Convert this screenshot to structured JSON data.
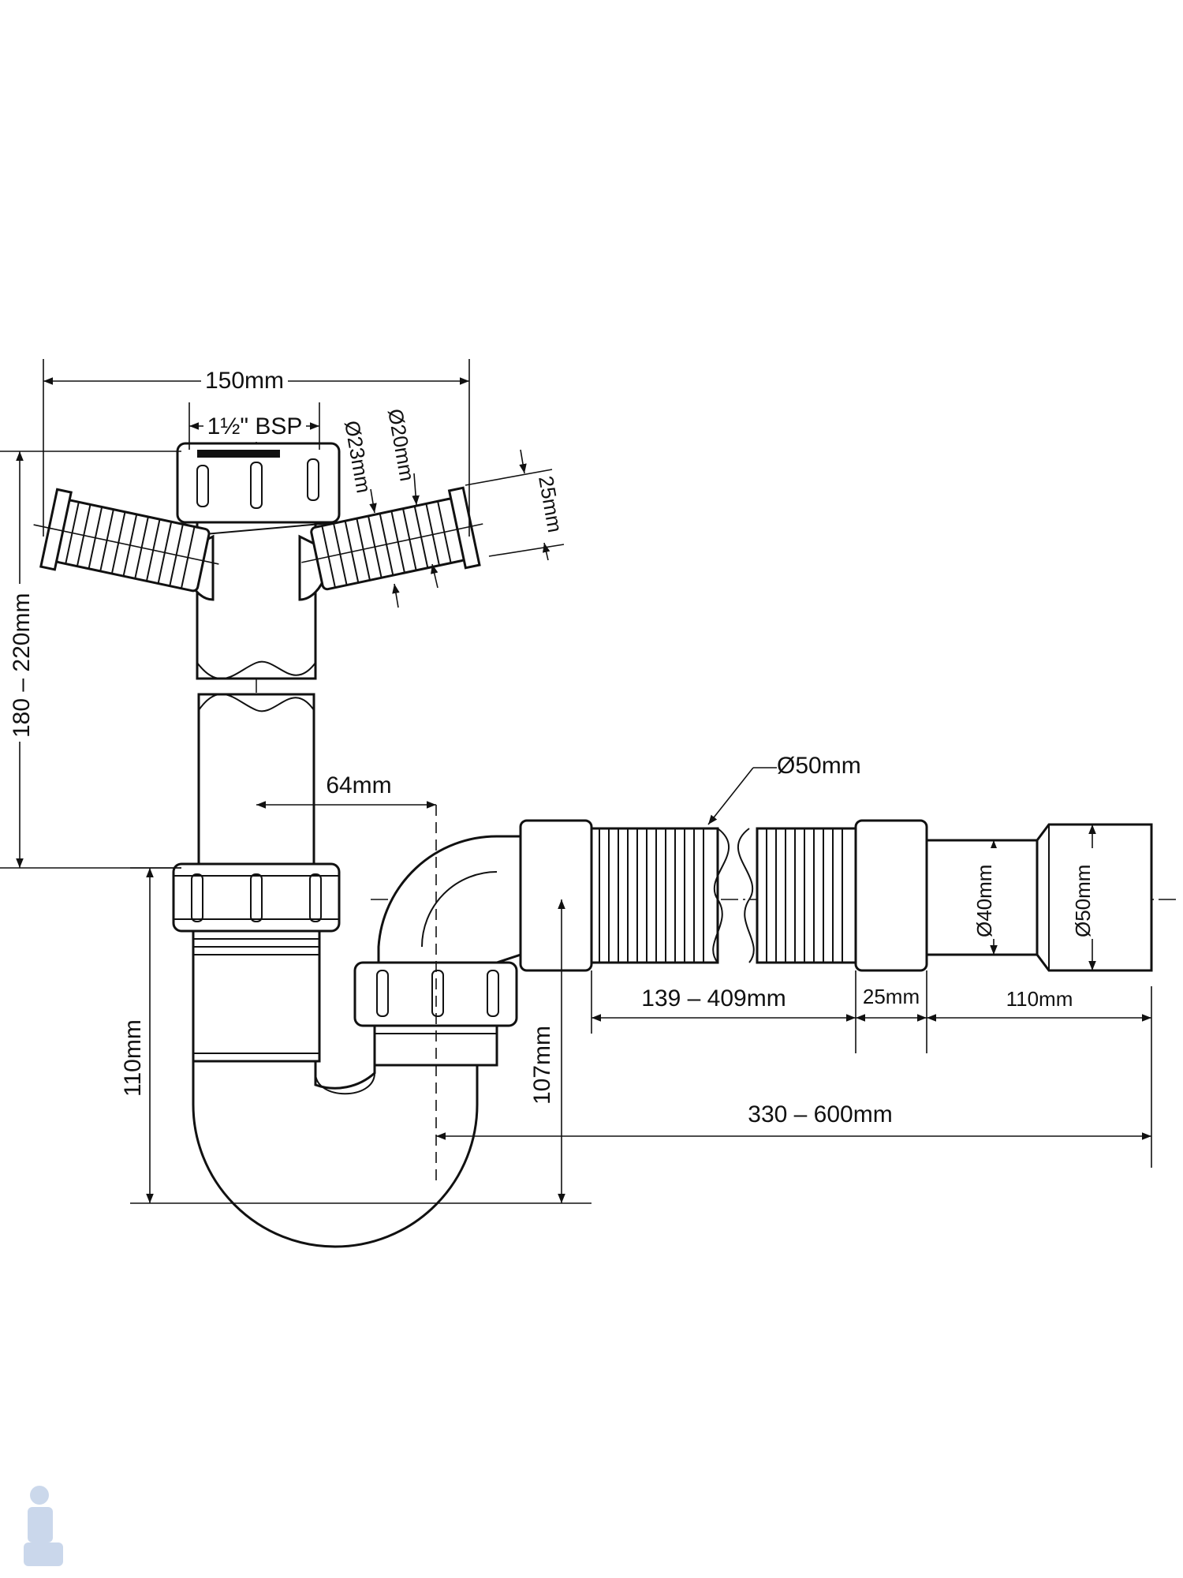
{
  "diagram": {
    "dimensions": {
      "width_total": "150mm",
      "bsp": "1½\" BSP",
      "d23": "Ø23mm",
      "d20": "Ø20mm",
      "spigot": "25mm",
      "height_range": "180 – 220mm",
      "offset": "64mm",
      "flex_diameter": "Ø50mm",
      "d40_outlet": "Ø40mm",
      "d50_outlet": "Ø50mm",
      "flex_length": "139 – 409mm",
      "socket_len": "25mm",
      "outlet_len": "110mm",
      "trap_depth": "110mm",
      "outlet_height": "107mm",
      "total_length": "330 – 600mm"
    },
    "colors": {
      "line": "#111111",
      "background": "#ffffff"
    }
  }
}
